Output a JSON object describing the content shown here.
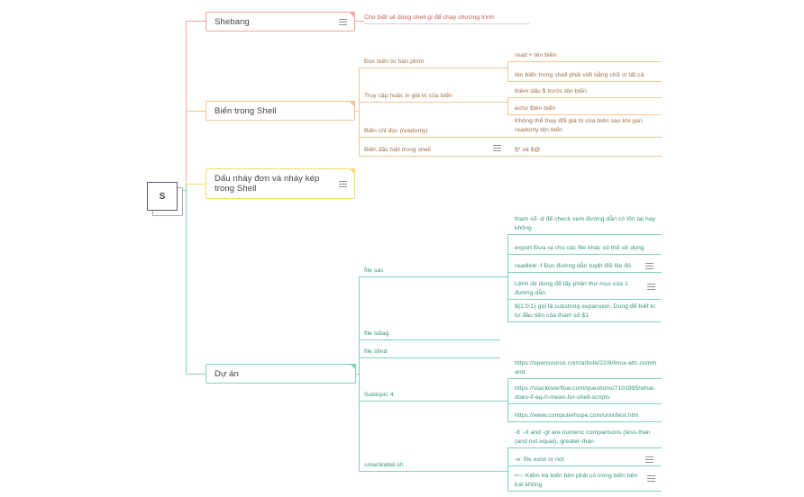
{
  "app": "mind-map-canvas",
  "colors": {
    "branch_red": "#f2a49e",
    "branch_orange": "#f6c492",
    "branch_yellow": "#f3dc6b",
    "branch_green": "#7ed3ae",
    "text_red": "#c05550",
    "text_orange": "#9b6e48",
    "text_green": "#349478",
    "root_border": "#5c5c73",
    "topic_text": "#3f3f3f"
  },
  "root": {
    "label": "S"
  },
  "branches": {
    "shebang": {
      "label": "Shebang",
      "leaf": "Cho biết sẽ dùng shell gì để chạy chương trình"
    },
    "bien_trong_shell": {
      "label": "Biến trong Shell",
      "children": [
        {
          "label": "Đọc biến từ bàn phím",
          "leaves": [
            "read + tên biến",
            "tên biến trong shell phải viết bằng chữ in tất cả"
          ]
        },
        {
          "label": "Truy cập hoặc in giá trị của biến",
          "leaves": [
            "thêm dấu $ trước tên biến",
            "echo $tên biến"
          ]
        },
        {
          "label": "Biến chỉ đọc (readonly)",
          "leaves": [
            "Không thể thay đổi giá trị của biến sau khi gán readonly tên biến"
          ]
        },
        {
          "label": "Biến đặc biệt trong shell",
          "leaves": [
            "$* và $@"
          ]
        }
      ]
    },
    "nhay_don_kep": {
      "label": "Dấu nháy đơn và nháy kép trong Shell"
    },
    "du_an": {
      "label": "Dự án",
      "children": [
        {
          "label": "file sas",
          "leaves": [
            "tham số -d để check xem đường dẫn có tồn tại hay không",
            "export Đưa ra cho các file khác có thể sử dụng",
            "readlink -f Đọc đường dẫn tuyệt đối file đó",
            "Lệnh dir dùng để lấy phần thư mục của 1 đường dẫn",
            "${1:0:1} gọi là substring expansion. Dùng để biết kí tự đầu tiên của tham số $1"
          ]
        },
        {
          "label": "file sdiag",
          "leaves": []
        },
        {
          "label": "file sfind",
          "leaves": []
        },
        {
          "label": "Subtopic 4",
          "leaves": [
            "https://opensource.com/article/22/6/linux-attr-command",
            "https://stackoverflow.com/questions/7101995/what-does-if-eq-0-mean-for-shell-scripts",
            "https://www.computerhope.com/unix/test.htm"
          ]
        },
        {
          "label": "smacklabel.sh",
          "leaves": [
            "-lt :-lt and -gt are numeric comparisons (less-than (and not equal), greater-than",
            "-e: file exist or not",
            "=~: Kiểm tra biến bên phải có trong biến bên trái không"
          ]
        }
      ]
    }
  }
}
